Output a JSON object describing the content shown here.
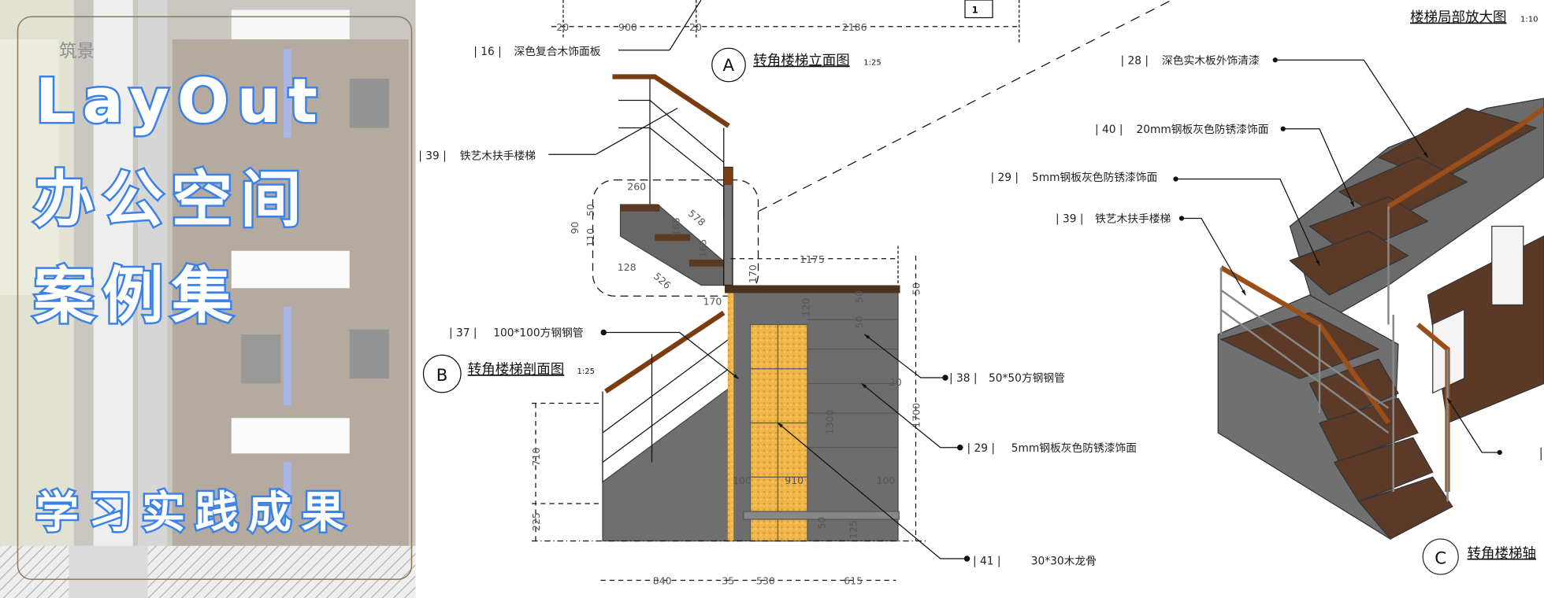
{
  "cover": {
    "watermark": "筑景",
    "title_line1": "LayOut",
    "title_line2": "办公空间",
    "title_line3": "案例集",
    "subtitle": "学习实践成果",
    "accent_color": "#3a82e8"
  },
  "drawing_a": {
    "marker": "A",
    "title": "转角楼梯立面图",
    "scale": "1:25",
    "sheet_ref": "1",
    "dims_top": [
      "20",
      "900",
      "20",
      "2186"
    ],
    "dims_detail": {
      "d260": "260",
      "d578": "578",
      "d165a": "165",
      "d165b": "165",
      "d90": "90",
      "d50": "50",
      "d110": "110",
      "d128": "128",
      "d526": "526",
      "d170a": "170",
      "d170b": "170",
      "d1175": "1175",
      "d50b": "50"
    }
  },
  "drawing_b": {
    "marker": "B",
    "title": "转角楼梯剖面图",
    "scale": "1:25",
    "dims": {
      "d710": "710",
      "d225": "225",
      "d840": "840",
      "d35": "35",
      "d530": "530",
      "d615": "615",
      "d100a": "100",
      "d910": "910",
      "d100b": "100",
      "d120": "120",
      "d50a": "50",
      "d50b": "50",
      "d20": "20",
      "d1300": "1300",
      "d1700": "1700",
      "d50c": "50",
      "d125": "125"
    }
  },
  "drawing_c": {
    "marker": "C",
    "title": "转角楼梯轴",
    "detail_title": "楼梯局部放大图",
    "detail_scale": "1:10"
  },
  "callouts": [
    {
      "num": "16",
      "text": "深色复合木饰面板"
    },
    {
      "num": "39",
      "text": "铁艺木扶手楼梯"
    },
    {
      "num": "37",
      "text": "100*100方钢钢管"
    },
    {
      "num": "38",
      "text": "50*50方钢钢管"
    },
    {
      "num": "29",
      "text": "5mm钢板灰色防锈漆饰面"
    },
    {
      "num": "41",
      "text": "30*30木龙骨"
    },
    {
      "num": "28",
      "text": "深色实木板外饰清漆"
    },
    {
      "num": "40",
      "text": "20mm钢板灰色防锈漆饰面"
    },
    {
      "num": "29",
      "text": "5mm钢板灰色防锈漆饰面"
    },
    {
      "num": "39",
      "text": "铁艺木扶手楼梯"
    }
  ]
}
